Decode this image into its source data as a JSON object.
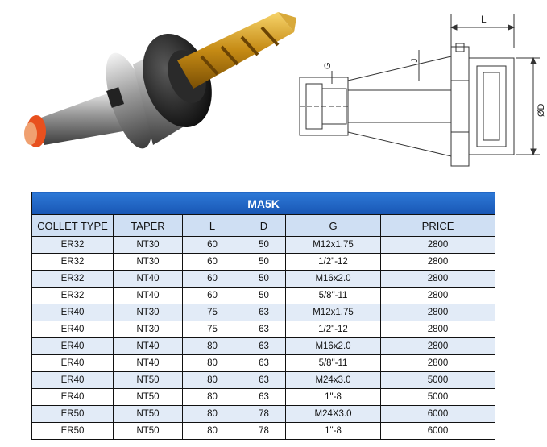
{
  "table": {
    "title": "MA5K",
    "headers": [
      "COLLET TYPE",
      "TAPER",
      "L",
      "D",
      "G",
      "PRICE"
    ],
    "rows": [
      [
        "ER32",
        "NT30",
        "60",
        "50",
        "M12x1.75",
        "2800"
      ],
      [
        "ER32",
        "NT30",
        "60",
        "50",
        "1/2\"-12",
        "2800"
      ],
      [
        "ER32",
        "NT40",
        "60",
        "50",
        "M16x2.0",
        "2800"
      ],
      [
        "ER32",
        "NT40",
        "60",
        "50",
        "5/8\"-11",
        "2800"
      ],
      [
        "ER40",
        "NT30",
        "75",
        "63",
        "M12x1.75",
        "2800"
      ],
      [
        "ER40",
        "NT30",
        "75",
        "63",
        "1/2\"-12",
        "2800"
      ],
      [
        "ER40",
        "NT40",
        "80",
        "63",
        "M16x2.0",
        "2800"
      ],
      [
        "ER40",
        "NT40",
        "80",
        "63",
        "5/8\"-11",
        "2800"
      ],
      [
        "ER40",
        "NT50",
        "80",
        "63",
        "M24x3.0",
        "5000"
      ],
      [
        "ER40",
        "NT50",
        "80",
        "63",
        "1\"-8",
        "5000"
      ],
      [
        "ER50",
        "NT50",
        "80",
        "78",
        "M24X3.0",
        "6000"
      ],
      [
        "ER50",
        "NT50",
        "80",
        "78",
        "1\"-8",
        "6000"
      ]
    ]
  },
  "drawing": {
    "labels": {
      "length": "L",
      "thread": "G",
      "j": "J",
      "diameter": "ØD"
    }
  },
  "colors": {
    "header_blue": "#1f63c4",
    "header_light": "#cfdff3",
    "row_alt": "#e2ebf7"
  }
}
